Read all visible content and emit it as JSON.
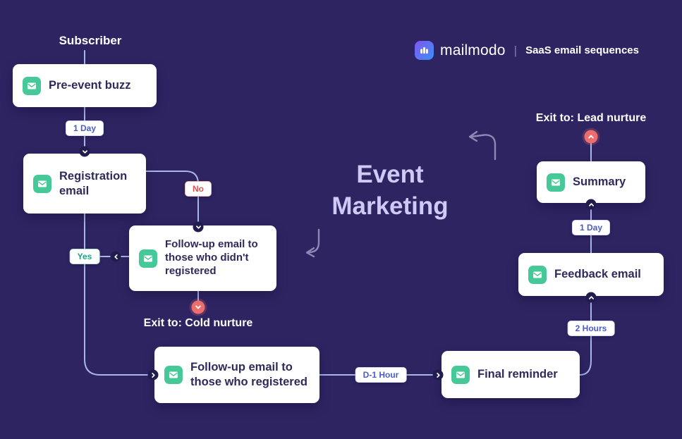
{
  "title": {
    "line1": "Event",
    "line2": "Marketing"
  },
  "brand": {
    "name": "mailmodo",
    "divider": "|",
    "tagline": "SaaS email sequences"
  },
  "flow": {
    "entry": "Subscriber",
    "nodes": {
      "pre_event_buzz": "Pre-event buzz",
      "registration_email": "Registration email",
      "followup_not_registered": "Follow-up email to those who didn't registered",
      "followup_registered": "Follow-up email to those who registered",
      "final_reminder": "Final reminder",
      "feedback_email": "Feedback email",
      "summary": "Summary"
    },
    "badges": {
      "delay_after_pre_event": "1 Day",
      "branch_no": "No",
      "branch_yes": "Yes",
      "delay_d1_hour": "D-1 Hour",
      "delay_2_hours": "2 Hours",
      "delay_before_summary": "1 Day"
    },
    "exits": {
      "cold_nurture": "Exit to: Cold nurture",
      "lead_nurture": "Exit to: Lead nurture"
    }
  },
  "colors": {
    "background": "#2e2462",
    "card_text": "#2e2a5c",
    "icon_background": "#46c899",
    "connector_line": "#a9b7e8",
    "badge_time_text": "#4a5cc5",
    "badge_no_text": "#e0524f",
    "badge_yes_text": "#1fa383",
    "step_circle": "#201c4e",
    "exit_circle": "#ed6d6d",
    "title_text": "#cfc9f5"
  }
}
